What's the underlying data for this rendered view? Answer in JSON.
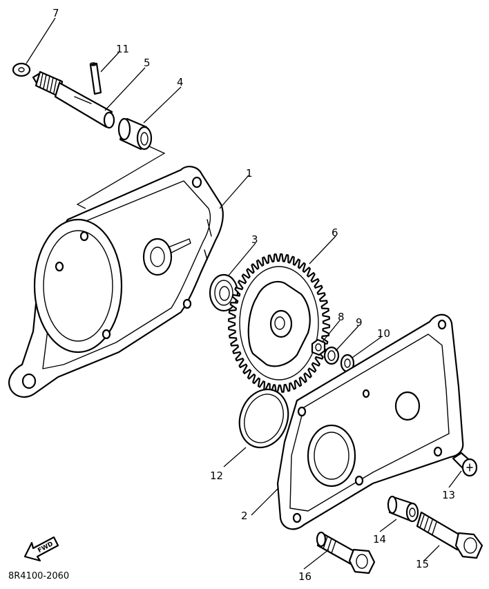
{
  "callouts": {
    "c1": "1",
    "c2": "2",
    "c3": "3",
    "c4": "4",
    "c5": "5",
    "c6": "6",
    "c7": "7",
    "c8": "8",
    "c9": "9",
    "c10": "10",
    "c11": "11",
    "c12": "12",
    "c13": "13",
    "c14": "14",
    "c15": "15",
    "c16": "16"
  },
  "fwd_label": "FWD",
  "drawing_code": "8R4100-2060"
}
